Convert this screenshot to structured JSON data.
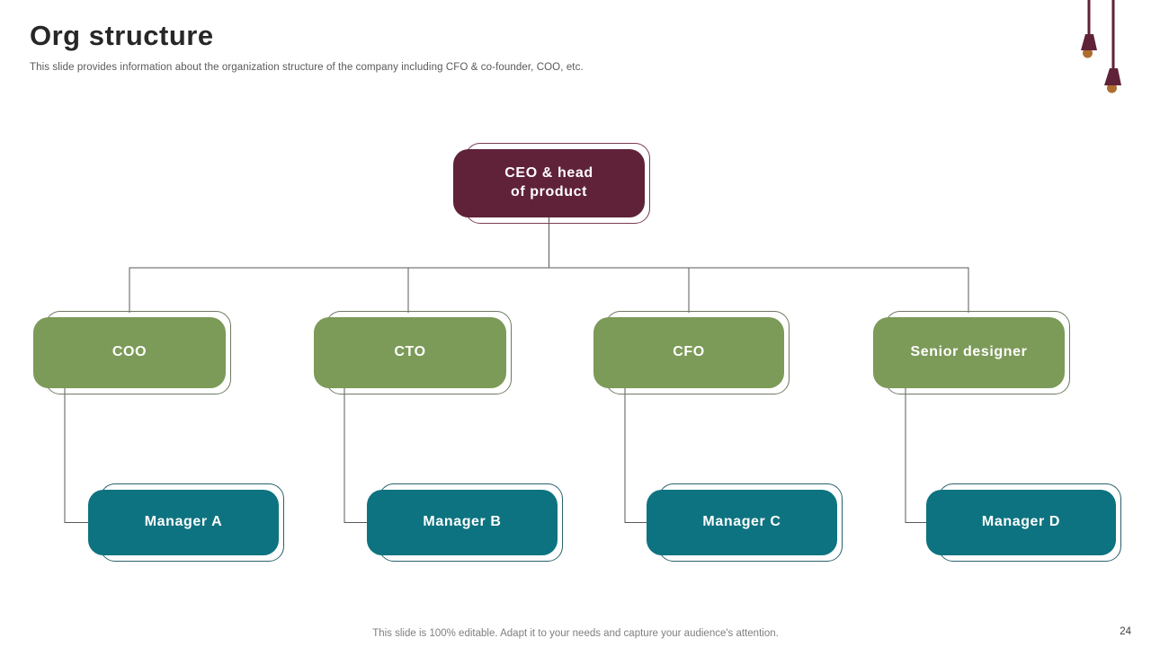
{
  "slide": {
    "title": "Org structure",
    "subtitle": "This slide provides information about the organization structure of the company including CFO & co-founder, COO, etc.",
    "footer_note": "This slide is 100% editable. Adapt it to your needs and capture your audience's attention.",
    "page_number": "24"
  },
  "org_chart": {
    "root": {
      "label": "CEO & head of product",
      "color": "#5F2239"
    },
    "level2": [
      {
        "label": "COO",
        "color": "#7C9A58"
      },
      {
        "label": "CTO",
        "color": "#7C9A58"
      },
      {
        "label": "CFO",
        "color": "#7C9A58"
      },
      {
        "label": "Senior designer",
        "color": "#7C9A58"
      }
    ],
    "level3": [
      {
        "label": "Manager A",
        "reports_to": "COO",
        "color": "#0E7380"
      },
      {
        "label": "Manager B",
        "reports_to": "CTO",
        "color": "#0E7380"
      },
      {
        "label": "Manager C",
        "reports_to": "CFO",
        "color": "#0E7380"
      },
      {
        "label": "Manager D",
        "reports_to": "Senior designer",
        "color": "#0E7380"
      }
    ]
  },
  "decorations": {
    "hanging_lamps_count": 2,
    "lamp_color": "#5F2239",
    "bulb_color": "#AE6D2E"
  },
  "colors": {
    "connector": "#595959",
    "title_text": "#272727",
    "muted_text": "#7F7F7F",
    "node_text": "#FFFFFF"
  }
}
